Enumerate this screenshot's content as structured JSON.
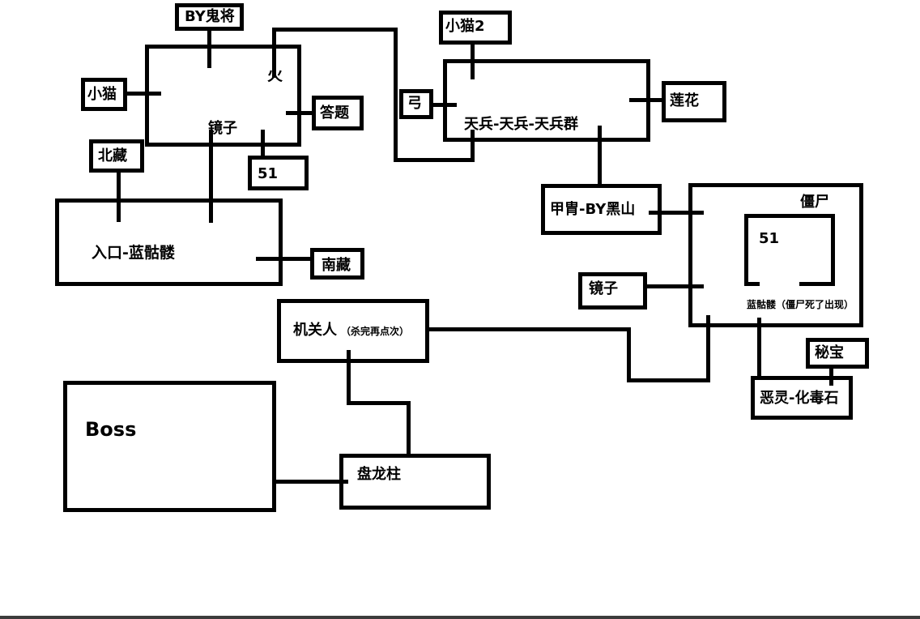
{
  "diagram": {
    "rooms": {
      "start_room": {
        "label": "入口-蓝骷髅"
      },
      "mirror_room": {
        "label": "镜子",
        "fire_label": "火"
      },
      "soldiers_room": {
        "label": "天兵-天兵-天兵群"
      },
      "zombie_room": {
        "label": "僵尸",
        "inner_label": "51",
        "note": "蓝骷髅（僵尸死了出现）"
      },
      "mechanism_room": {
        "label": "机关人",
        "note": "（杀完再点次）"
      },
      "boss_room": {
        "label": "Boss"
      },
      "pillar_room": {
        "label": "盘龙柱"
      }
    },
    "nodes": {
      "by_ghost_general": "BY鬼将",
      "cat": "小猫",
      "quiz": "答题",
      "fifty_one": "51",
      "north_vault": "北藏",
      "south_vault": "南藏",
      "cat2": "小猫2",
      "bow": "弓",
      "lotus": "莲花",
      "armor": "甲胄-BY黑山",
      "mirror2": "镜子",
      "treasure": "秘宝",
      "evil_spirit": "恶灵-化毒石"
    },
    "colors": {
      "line": "#000000",
      "background": "#ffffff",
      "footer_bar": "#3c3c3c"
    }
  }
}
